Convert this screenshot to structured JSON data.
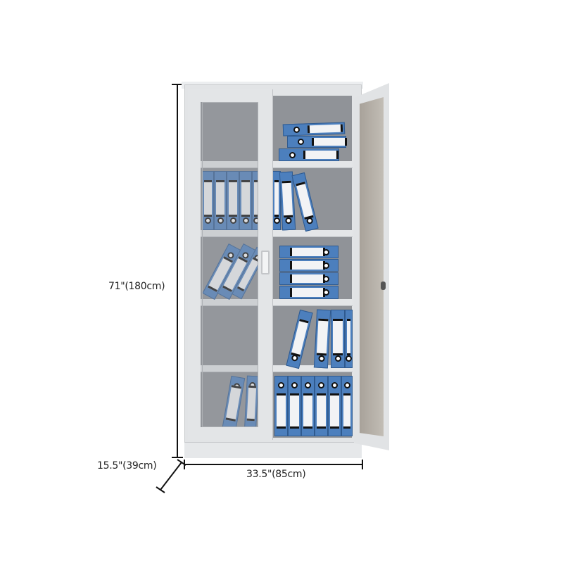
{
  "product": {
    "type": "metal file cabinet with glass doors",
    "colors": {
      "cabinet": "#e2e4e6",
      "interior": "#8e9196",
      "binder": "#4c7fbd",
      "dimension_line": "#111111"
    }
  },
  "dimensions": {
    "height": "71\"(180cm)",
    "width": "33.5\"(85cm)",
    "depth": "15.5\"(39cm)"
  },
  "icons": {
    "binder": "binder-icon",
    "handle": "handle-icon",
    "lock": "lock-icon"
  }
}
